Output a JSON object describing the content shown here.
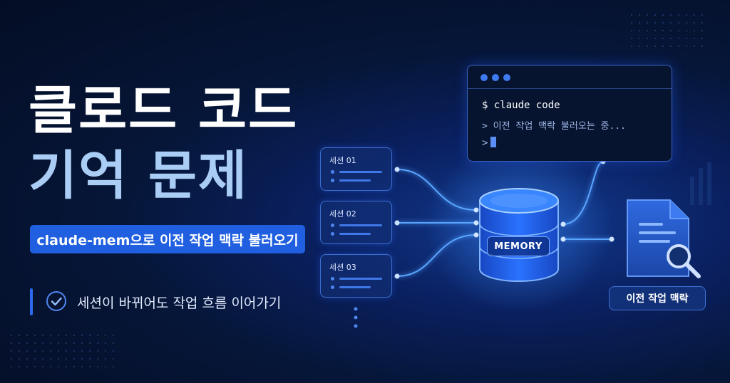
{
  "headline": {
    "line1": "클로드 코드",
    "line2": "기억 문제"
  },
  "subtitle": "claude-mem으로 이전 작업 맥락 불러오기",
  "bullet": {
    "text": "세션이 바뀌어도 작업 흐름 이어가기",
    "icon": "check-circle-icon"
  },
  "sessions": [
    {
      "label": "세션 01"
    },
    {
      "label": "세션 02"
    },
    {
      "label": "세션 03"
    }
  ],
  "terminal": {
    "command": "$ claude code",
    "output": "> 이전 작업 맥락 불러오는 중...",
    "prompt": ">"
  },
  "memory": {
    "label": "MEMORY",
    "icon": "database-icon"
  },
  "context": {
    "label": "이전 작업 맥락",
    "icon": "document-search-icon"
  },
  "colors": {
    "background": "#061638",
    "accent": "#1f5fe0",
    "title_secondary": "#a9cdf4",
    "glow": "#4f9dff"
  }
}
